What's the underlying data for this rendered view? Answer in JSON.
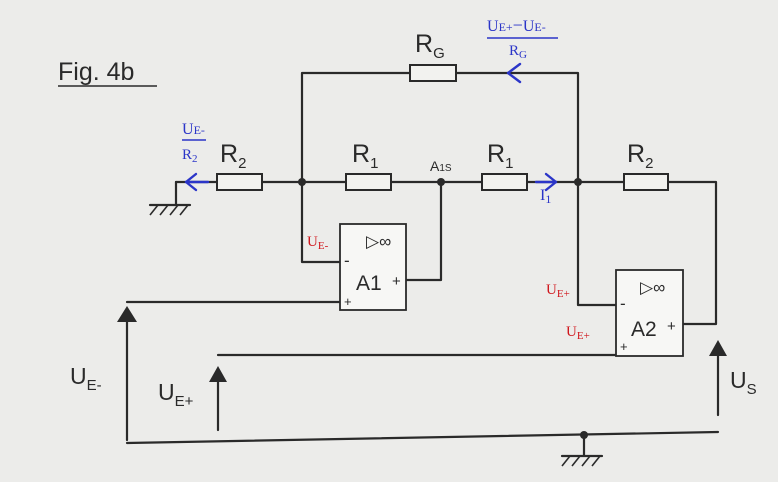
{
  "figure_label": "Fig. 4b",
  "components": {
    "rg": "R",
    "rg_sub": "G",
    "r2_left": "R",
    "r2_left_sub": "2",
    "r1_left": "R",
    "r1_left_sub": "1",
    "r1_right": "R",
    "r1_right_sub": "1",
    "r2_right": "R",
    "r2_right_sub": "2",
    "node_a1s": "A",
    "node_a1s_sub": "1S"
  },
  "amplifiers": {
    "a1": {
      "name": "A1",
      "gain": "▷∞",
      "minus": "-",
      "plus_out": "+",
      "plus_in": "+"
    },
    "a2": {
      "name": "A2",
      "gain": "▷∞",
      "minus": "-",
      "plus_out": "+",
      "plus_in": "+"
    }
  },
  "voltages": {
    "ue_minus": "U",
    "ue_minus_sub": "E-",
    "ue_plus": "U",
    "ue_plus_sub": "E+",
    "us": "U",
    "us_sub": "S"
  },
  "annotations": {
    "rg_current_num_a": "U",
    "rg_current_num_a_sub": "E+",
    "rg_current_op": "−",
    "rg_current_num_b": "U",
    "rg_current_num_b_sub": "E-",
    "rg_current_den": "R",
    "rg_current_den_sub": "G",
    "r2_current_num": "U",
    "r2_current_num_sub": "E-",
    "r2_current_den": "R",
    "r2_current_den_sub": "2",
    "i1": "I",
    "i1_sub": "1",
    "red_a1_minus": "U",
    "red_a1_minus_sub": "E-",
    "red_a2_minus": "U",
    "red_a2_minus_sub": "E+",
    "red_a2_plus": "U",
    "red_a2_plus_sub": "E+"
  },
  "colors": {
    "ink": "#2a2a2a",
    "blue_annotation": "#2b35c8",
    "red_annotation": "#d0141a"
  }
}
